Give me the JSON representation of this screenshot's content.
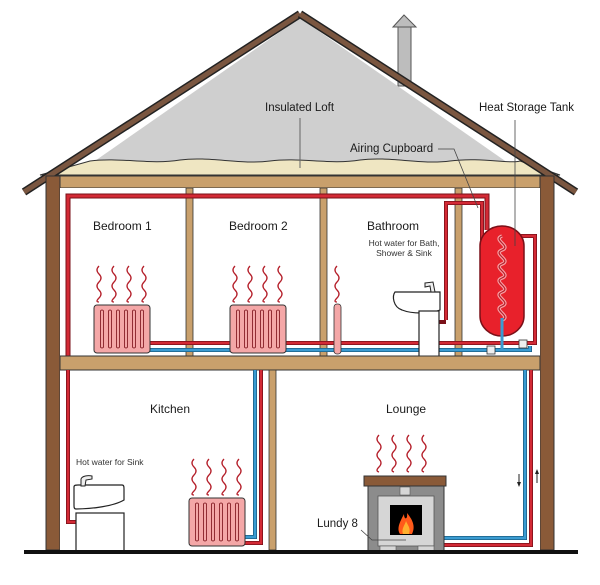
{
  "diagram": {
    "title": "House heating system with wood stove and heat storage tank",
    "labels": {
      "insulated_loft": "Insulated Loft",
      "airing_cupboard": "Airing Cupboard",
      "heat_storage_tank": "Heat Storage Tank",
      "lundy": "Lundy 8"
    },
    "rooms": {
      "bedroom1": "Bedroom 1",
      "bedroom2": "Bedroom 2",
      "bathroom": "Bathroom",
      "kitchen": "Kitchen",
      "lounge": "Lounge"
    },
    "notes": {
      "bathroom_line1": "Hot water for Bath,",
      "bathroom_line2": "Shower & Sink",
      "kitchen": "Hot water for Sink"
    },
    "colors": {
      "roof_fill": "#cfcfcf",
      "roof_edge": "#6b4a35",
      "insulation": "#efe6c2",
      "timber": "#c9a06c",
      "wall_post": "#8a5a38",
      "hot_pipe": "#b5202b",
      "cold_pipe": "#3a9bd1",
      "radiator": "#f4a7a7",
      "tank": "#e8212b",
      "stove_body": "#8c8c8c",
      "stove_top": "#8a5a38",
      "flame": "#ff5a1a"
    }
  }
}
